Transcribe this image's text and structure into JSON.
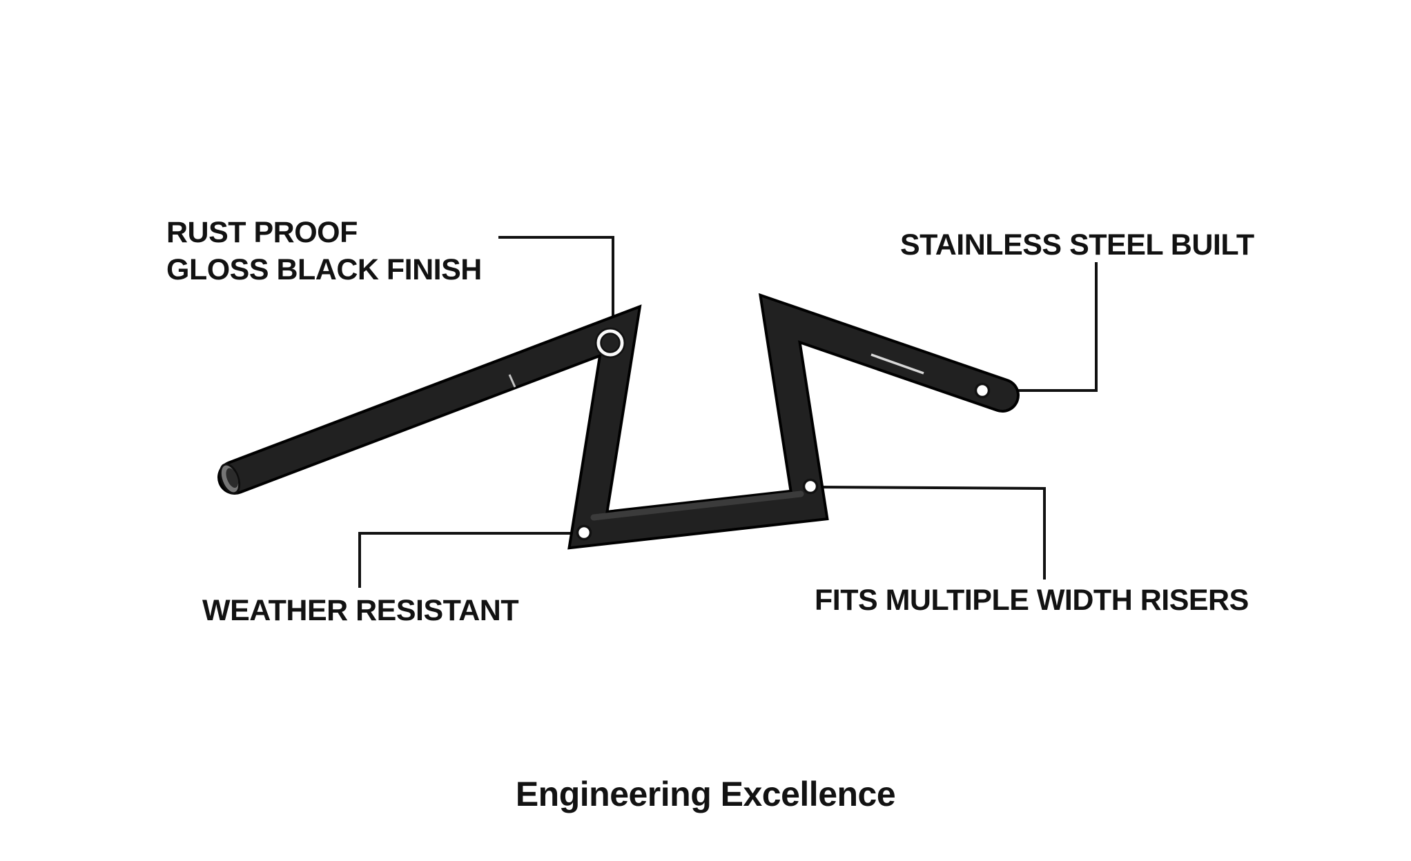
{
  "diagram": {
    "product": "handlebar",
    "callouts": [
      {
        "id": "finish",
        "line1": "RUST PROOF",
        "line2": "GLOSS BLACK FINISH"
      },
      {
        "id": "material",
        "line1": "STAINLESS STEEL BUILT"
      },
      {
        "id": "weather",
        "line1": "WEATHER RESISTANT"
      },
      {
        "id": "risers",
        "line1": "FITS MULTIPLE WIDTH RISERS"
      }
    ],
    "footer": {
      "title": "Engineering Excellence"
    },
    "colors": {
      "background": "#ffffff",
      "text": "#121212",
      "bar_fill": "#212121",
      "bar_outline": "#000000",
      "bar_bevel": "#3b3b3b",
      "end_cap": "#757575",
      "callout_line": "#111111",
      "marker_fill": "#ffffff"
    }
  }
}
